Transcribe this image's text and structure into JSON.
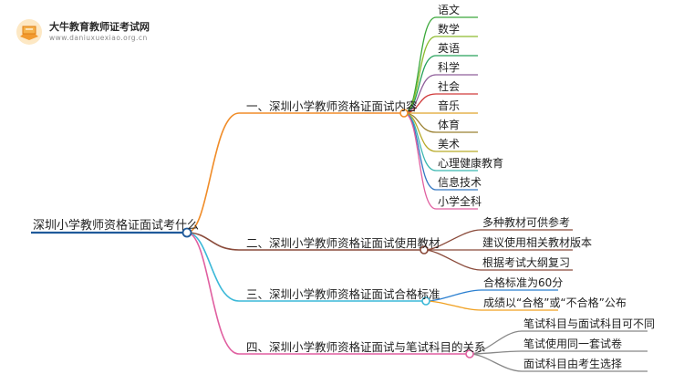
{
  "brand": {
    "title": "大牛教育教师证考试网",
    "url": "www.daniuxuexiao.org.cn"
  },
  "mindmap": {
    "root": "深圳小学教师资格证面试考什么",
    "branches": [
      {
        "label": "一、深圳小学教师资格证面试内容",
        "color": "#f08c28",
        "children": [
          {
            "label": "语文",
            "color": "#3aa83a"
          },
          {
            "label": "数学",
            "color": "#8dbb2e"
          },
          {
            "label": "英语",
            "color": "#27a25b"
          },
          {
            "label": "科学",
            "color": "#8f5f9a"
          },
          {
            "label": "社会",
            "color": "#d03a3a"
          },
          {
            "label": "音乐",
            "color": "#e0a32a"
          },
          {
            "label": "体育",
            "color": "#9a8030"
          },
          {
            "label": "美术",
            "color": "#b8aa28"
          },
          {
            "label": "心理健康教育",
            "color": "#3bb6b0"
          },
          {
            "label": "信息技术",
            "color": "#3578c2"
          },
          {
            "label": "小学全科",
            "color": "#e05fa0"
          }
        ]
      },
      {
        "label": "二、深圳小学教师资格证面试使用教材",
        "color": "#8a4a3a",
        "children": [
          {
            "label": "多种教材可供参考",
            "color": "#8a4a3a"
          },
          {
            "label": "建议使用相关教材版本",
            "color": "#8a4a3a"
          },
          {
            "label": "根据考试大纲复习",
            "color": "#8a4a3a"
          }
        ]
      },
      {
        "label": "三、深圳小学教师资格证面试合格标准",
        "color": "#3bb8d8",
        "children": [
          {
            "label": "合格标准为60分",
            "color": "#2a7fd0"
          },
          {
            "label": "成绩以“合格”或“不合格”公布",
            "color": "#f0a020"
          }
        ]
      },
      {
        "label": "四、深圳小学教师资格证面试与笔试科目的关系",
        "color": "#e05fa0",
        "children": [
          {
            "label": "笔试科目与面试科目可不同",
            "color": "#888888"
          },
          {
            "label": "笔试使用同一套试卷",
            "color": "#888888"
          },
          {
            "label": "面试科目由考生选择",
            "color": "#888888"
          }
        ]
      }
    ]
  },
  "root_color": "#1f5a9a"
}
